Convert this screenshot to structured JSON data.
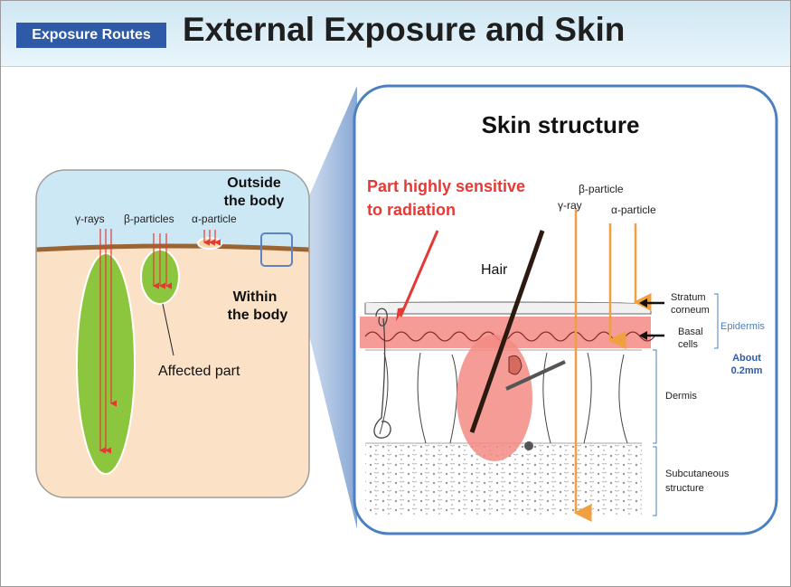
{
  "header": {
    "badge": "Exposure Routes",
    "title": "External Exposure and Skin"
  },
  "body_panel": {
    "outside_line1": "Outside",
    "outside_line2": "the body",
    "within_line1": "Within",
    "within_line2": "the body",
    "gamma_label": "γ-rays",
    "beta_label": "β-particles",
    "alpha_label": "α-particle",
    "affected_label": "Affected part"
  },
  "skin_panel": {
    "title": "Skin structure",
    "sensitive_line1": "Part highly sensitive",
    "sensitive_line2": "to radiation",
    "hair_label": "Hair",
    "gamma_ray_label": "γ-ray",
    "beta_particle_label": "β-particle",
    "alpha_particle_label": "α-particle",
    "stratum_line1": "Stratum",
    "stratum_line2": "corneum",
    "basal_line1": "Basal",
    "basal_line2": "cells",
    "epidermis_label": "Epidermis",
    "about_line1": "About",
    "about_line2": "0.2mm",
    "dermis_label": "Dermis",
    "subcutaneous_line1": "Subcutaneous",
    "subcutaneous_line2": "structure"
  },
  "colors": {
    "header_badge": "#2e5aa7",
    "panel_border": "#4a7fc1",
    "radiation_red": "#e53935",
    "arrow_orange": "#f0a040",
    "affected_green": "#8cc63f",
    "skin_tone": "#fbe2c6",
    "sensitive_band": "#f28b82"
  }
}
